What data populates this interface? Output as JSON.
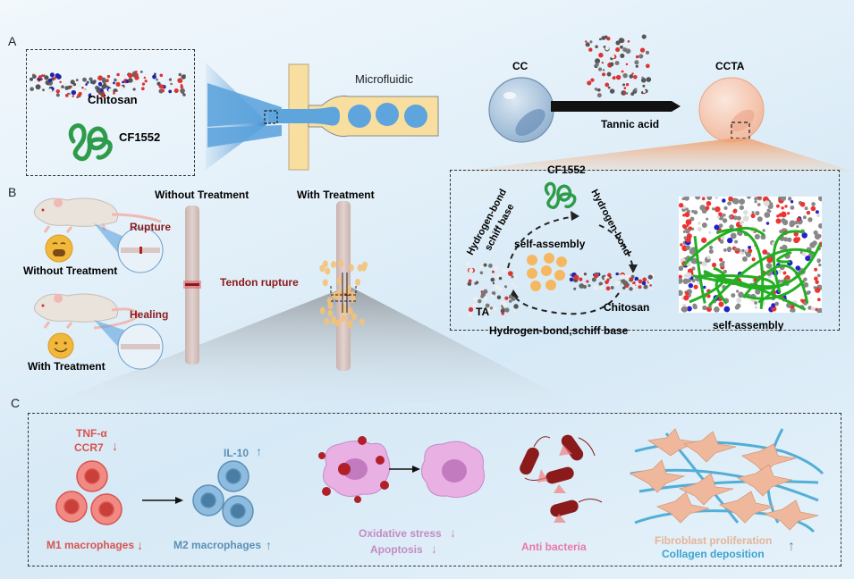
{
  "panel_a": {
    "letter": "A",
    "chitosan_label": "Chitosan",
    "cf1552_label": "CF1552",
    "microfluidic_label": "Microfluidic",
    "cc_label": "CC",
    "ccta_label": "CCTA",
    "tannic_acid_label": "Tannic acid",
    "inset": {
      "cf1552_label": "CF1552",
      "left_arc_label_1": "Hydrogen-bond",
      "left_arc_label_2": "schiff base",
      "right_arc_label": "Hydrogen-bond",
      "center_label": "self-assembly",
      "ta_label": "TA",
      "chitosan_label": "Chitosan",
      "bottom_label": "Hydrogen-bond,schiff base",
      "simulation_caption": "self-assembly"
    }
  },
  "panel_b": {
    "letter": "B",
    "without_treatment_label": "Without Treatment",
    "with_treatment_label": "With Treatment",
    "rupture_label": "Rupture",
    "healing_label": "Healing",
    "tendon_without_title": "Without Treatment",
    "tendon_with_title": "With Treatment",
    "tendon_rupture_label": "Tendon rupture"
  },
  "panel_c": {
    "letter": "C",
    "m1": {
      "marker1": "TNF-α",
      "marker2": "CCR7",
      "label": "M1 macrophages",
      "trend": "↓"
    },
    "m2": {
      "marker": "IL-10",
      "label": "M2 macrophages",
      "trend": "↑"
    },
    "oxidative": {
      "label1": "Oxidative stress",
      "label2": "Apoptosis",
      "trend": "↓"
    },
    "antibacteria": {
      "label": "Anti bacteria"
    },
    "fibroblast": {
      "label1": "Fibroblast proliferation",
      "label2": "Collagen deposition",
      "trend": "↑"
    }
  },
  "colors": {
    "m1": "#d9534f",
    "m2": "#5b8fb5",
    "oxidative": "#c48bc4",
    "antibacteria": "#e879a8",
    "fibroblast": "#e6b49a",
    "collagen": "#3aa4d0",
    "rupture": "#8b1a1a"
  }
}
